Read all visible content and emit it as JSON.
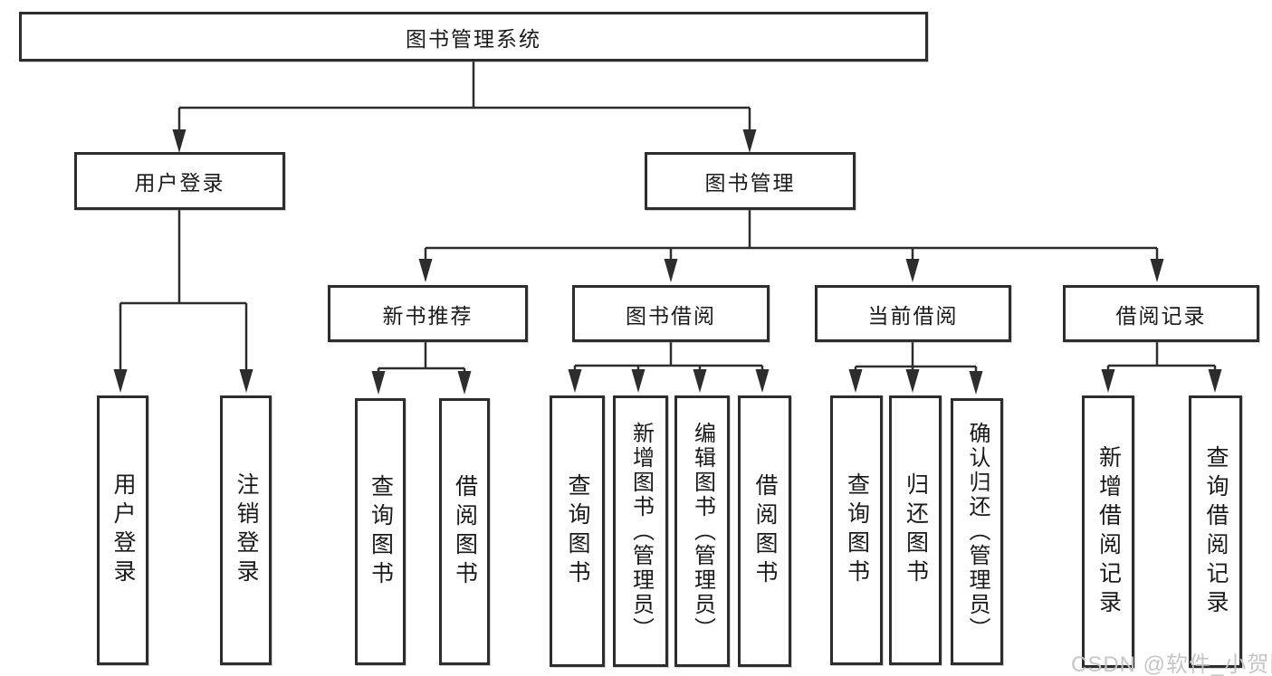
{
  "diagram": {
    "root": {
      "label": "图书管理系统"
    },
    "level2": [
      {
        "label": "用户登录"
      },
      {
        "label": "图书管理"
      }
    ],
    "level3": [
      {
        "label": "新书推荐"
      },
      {
        "label": "图书借阅"
      },
      {
        "label": "当前借阅"
      },
      {
        "label": "借阅记录"
      }
    ],
    "leaves": {
      "user_login": [
        "用户登录",
        "注销登录"
      ],
      "new_books": [
        "查询图书",
        "借阅图书"
      ],
      "book_borrow": [
        "查询图书",
        "新增图书（管理员）",
        "编辑图书（管理员）",
        "借阅图书"
      ],
      "current_borrow": [
        "查询图书",
        "归还图书",
        "确认归还（管理员）"
      ],
      "borrow_records": [
        "新增借阅记录",
        "查询借阅记录"
      ]
    },
    "watermark": "CSDN @软件_小贺同学",
    "colors": {
      "line": "#2d2d2d",
      "text": "#1a1a1a",
      "watermark": "#c3c3c3",
      "background": "#ffffff"
    }
  }
}
